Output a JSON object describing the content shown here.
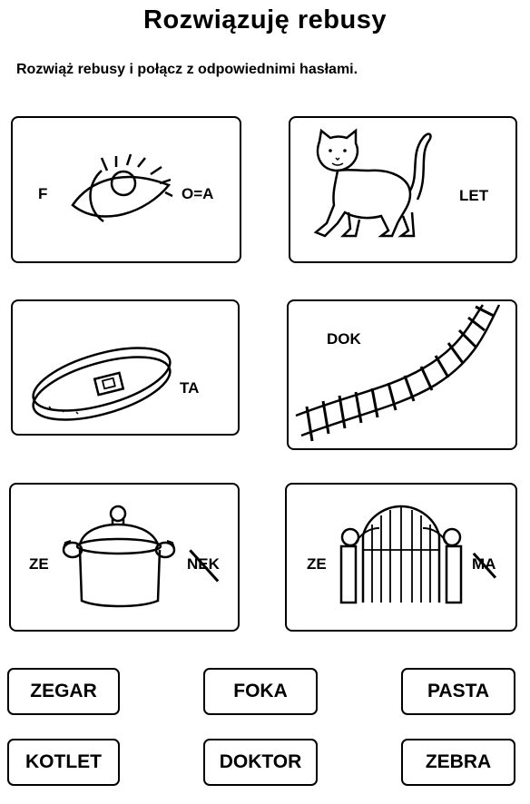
{
  "title": "Rozwiązuję rebusy",
  "instruction": "Rozwiąż rebusy i połącz z odpowiednimi hasłami.",
  "rebuses": [
    {
      "left": "F",
      "right": "O=A",
      "picture": "eye-icon"
    },
    {
      "left": "",
      "right": "LET",
      "picture": "cat-icon"
    },
    {
      "left": "",
      "right": "TA",
      "picture": "belt-icon"
    },
    {
      "left": "DOK",
      "right": "",
      "picture": "railway-track-icon"
    },
    {
      "left": "ZE",
      "right_struck": "NEK",
      "picture": "pot-icon"
    },
    {
      "left": "ZE",
      "right_struck": "MA",
      "picture": "gate-icon"
    }
  ],
  "answers": [
    "ZEGAR",
    "FOKA",
    "PASTA",
    "KOTLET",
    "DOKTOR",
    "ZEBRA"
  ]
}
